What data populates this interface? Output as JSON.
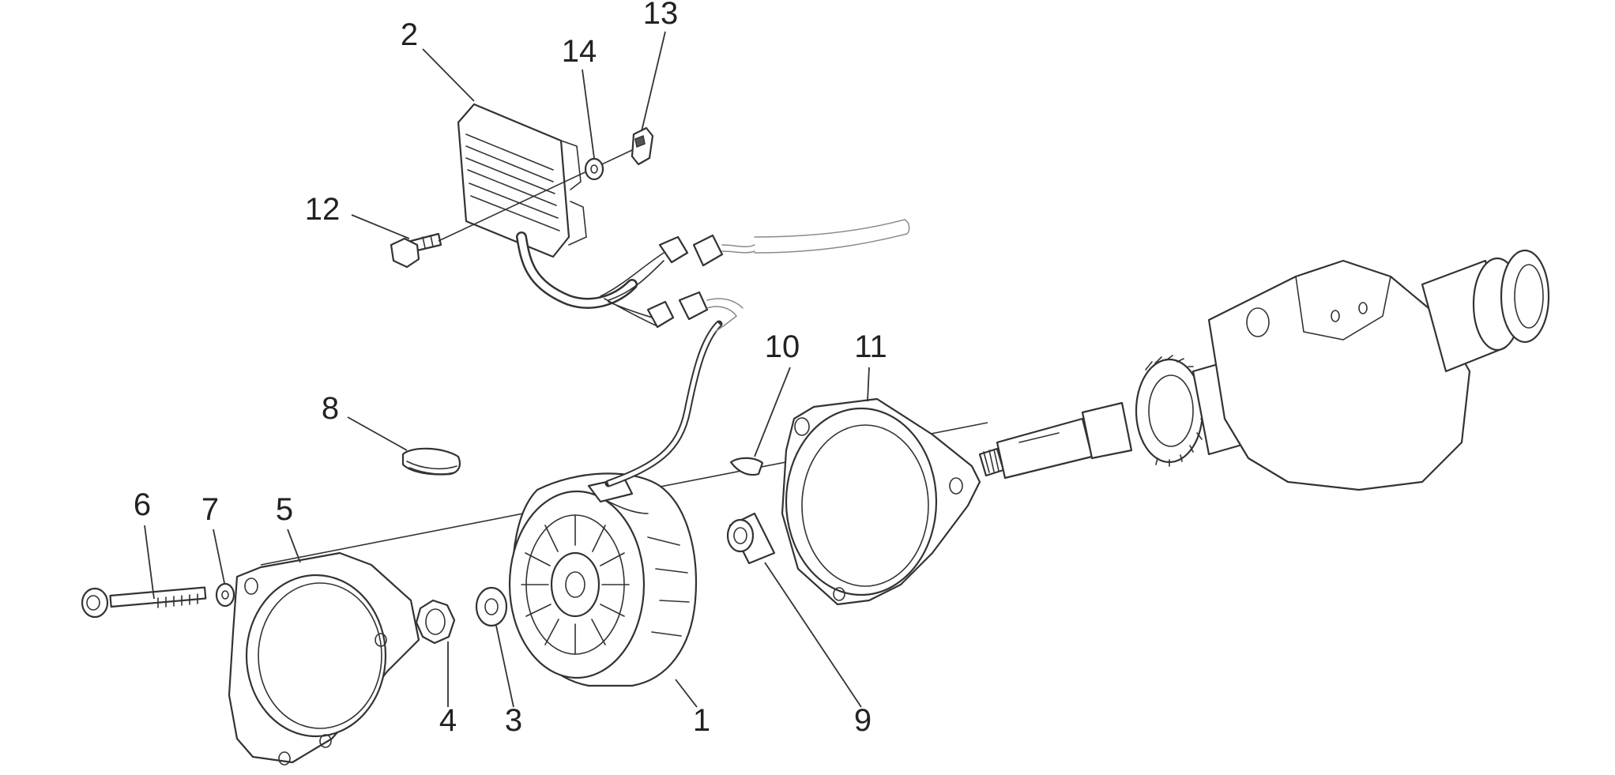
{
  "callouts": {
    "c1": "1",
    "c2": "2",
    "c3": "3",
    "c4": "4",
    "c5": "5",
    "c6": "6",
    "c7": "7",
    "c8": "8",
    "c9": "9",
    "c10": "10",
    "c11": "11",
    "c12": "12",
    "c13": "13",
    "c14": "14"
  },
  "colors": {
    "line": "#333333",
    "background": "#ffffff"
  }
}
